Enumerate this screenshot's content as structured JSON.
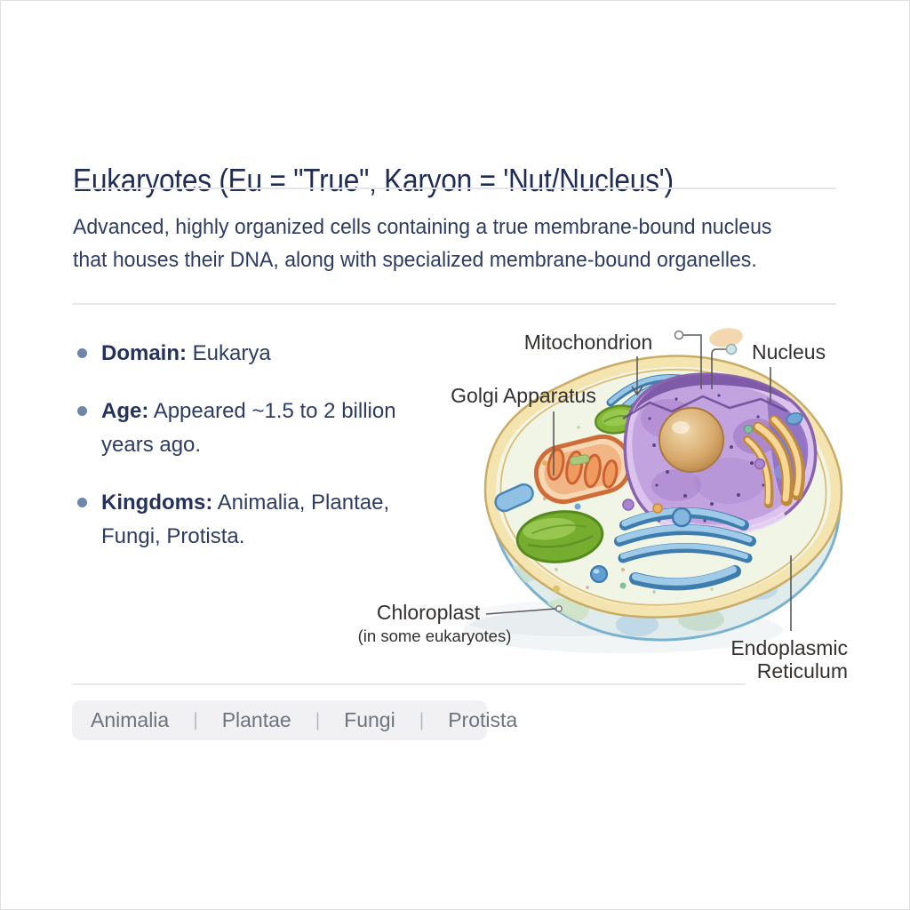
{
  "header": {
    "title": "Eukaryotes (Eu = \"True\", Karyon = 'Nut/Nucleus')"
  },
  "intro": {
    "lines": [
      "Advanced, highly organized cells containing a true membrane-bound nucleus",
      "that houses their DNA, along with specialized membrane-bound organelles."
    ]
  },
  "facts": [
    {
      "label": "Domain:",
      "value": "Eukarya"
    },
    {
      "label": "Age:",
      "value": "Appeared ~1.5 to 2 billion years ago."
    },
    {
      "label": "Kingdoms:",
      "value": "Animalia, Plantae, Fungi, Protista."
    }
  ],
  "diagram": {
    "labels": {
      "mitochondrion": "Mitochondrion",
      "nucleus": "Nucleus",
      "golgi": "Golgi Apparatus",
      "chloroplast": "Chloroplast",
      "chloroplast_note": "(in some eukaryotes)",
      "er_line1": "Endoplasmic",
      "er_line2": "Reticulum"
    }
  },
  "footer": {
    "kingdoms": [
      "Animalia",
      "Plantae",
      "Fungi",
      "Protista"
    ],
    "separator": "|"
  },
  "colors": {
    "title_navy": "#1f2c55",
    "body_navy": "#2e3c64",
    "bullet_dot": "#6e87a9",
    "diagram_label": "#33302e",
    "footer_text": "#6d747e",
    "membrane_cream": "#f3e4b0",
    "membrane_tan": "#c9ac66",
    "cytoplasm": "#f1f5e6",
    "nucleus_purple": "#c3a2e0",
    "nucleolus_gold": "#d2a368",
    "mitochondrion_orange": "#cf6d39",
    "chloroplast_green": "#76ad2f",
    "golgi_blue": "#9fcbe9",
    "er_yellow": "#f6d795",
    "sidewall_blue": "#dfeceb"
  }
}
